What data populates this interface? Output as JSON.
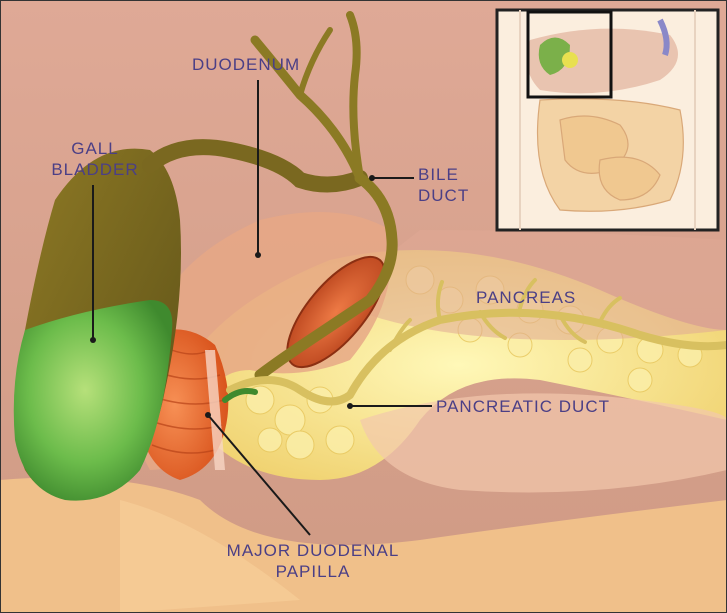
{
  "labels": {
    "duodenum": "DUODENUM",
    "gall_bladder_line1": "GALL",
    "gall_bladder_line2": "BLADDER",
    "bile_duct_line1": "BILE",
    "bile_duct_line2": "DUCT",
    "pancreas": "PANCREAS",
    "pancreatic_duct": "PANCREATIC DUCT",
    "papilla_line1": "MAJOR DUODENAL",
    "papilla_line2": "PAPILLA"
  },
  "colors": {
    "label_text": "#4b3f86",
    "leader_line": "#1a1a1a",
    "background_tissue": "#d9a48f",
    "gall_bladder_upper": "#7b6a1e",
    "gall_bladder_lower": "#6dbd4e",
    "pancreas": "#f6e48e",
    "duodenum": "#f2b88c",
    "papilla": "#e8652a"
  }
}
